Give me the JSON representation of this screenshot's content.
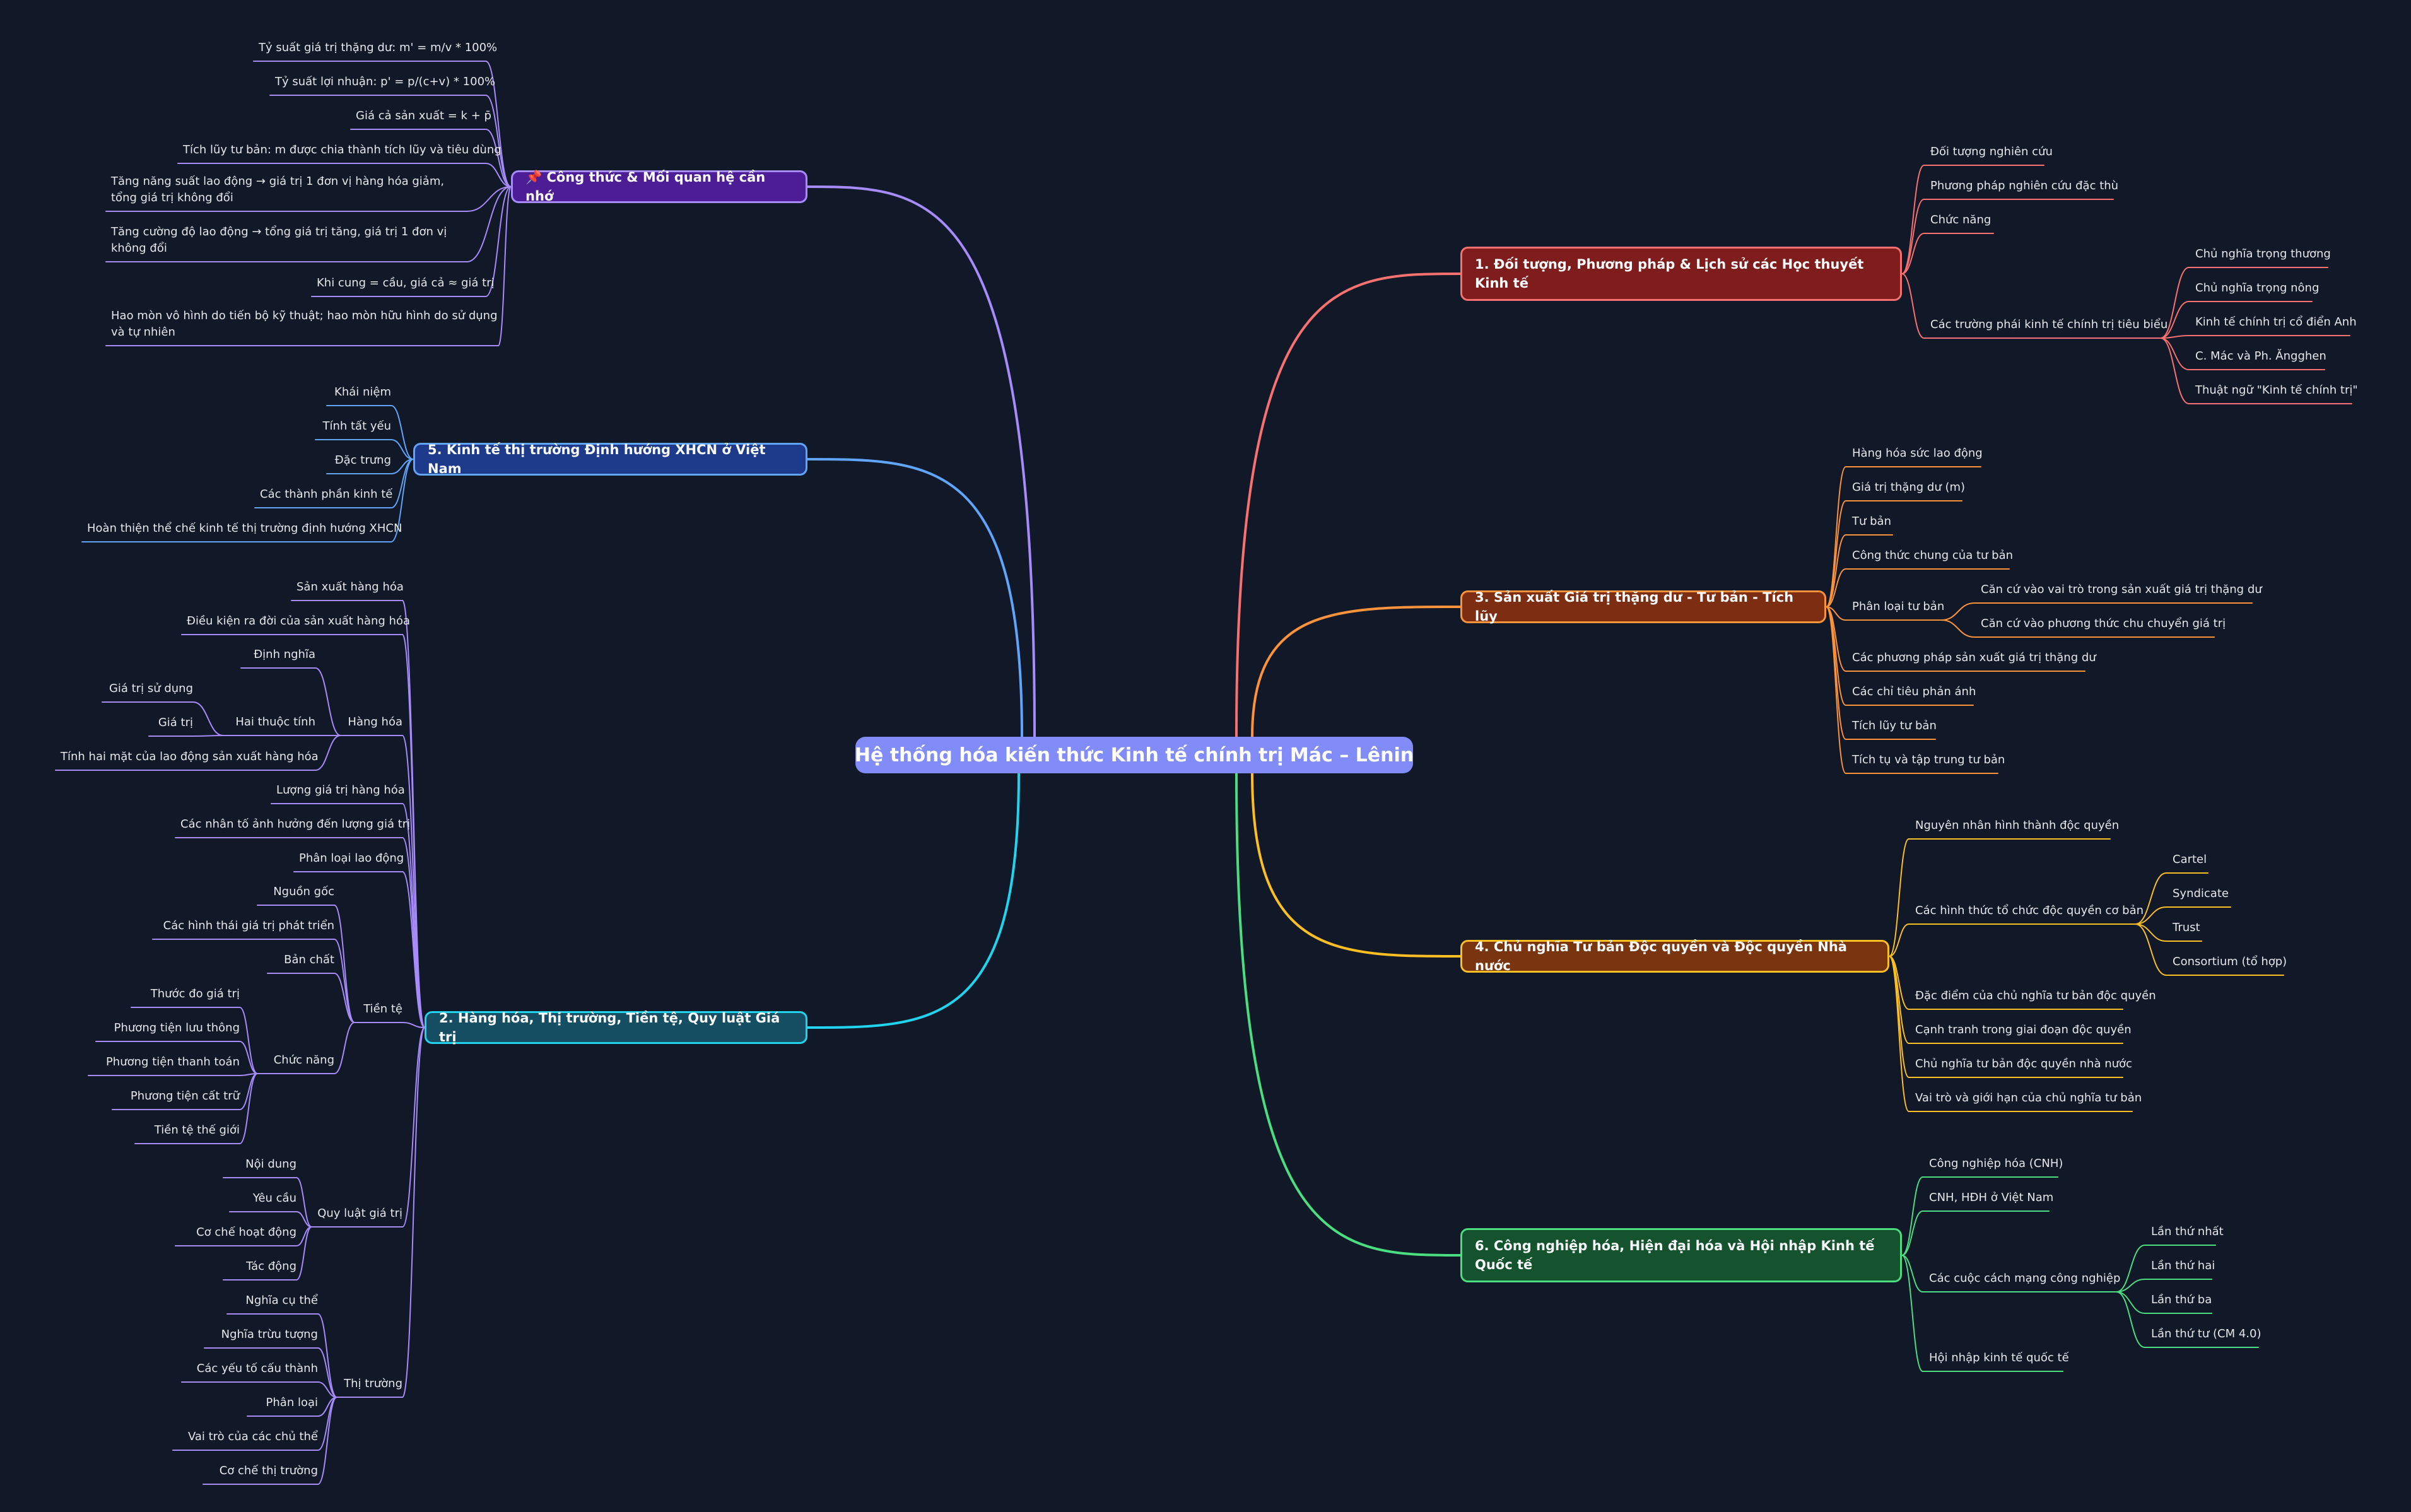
{
  "root": {
    "title": "Hệ thống hóa kiến thức Kinh tế chính trị Mác – Lênin",
    "color": "#818cf8"
  },
  "branches": [
    {
      "id": "b0",
      "label": "📌 Công thức & Mối quan hệ cần nhớ",
      "color": "#a78bfa",
      "fill": "#4c1d95",
      "side": "left",
      "children": [
        {
          "label": "Tỷ suất giá trị thặng dư: m' = m/v * 100%"
        },
        {
          "label": "Tỷ suất lợi nhuận: p' = p/(c+v) * 100%"
        },
        {
          "label": "Giá cả sản xuất = k + p̄"
        },
        {
          "label": "Tích lũy tư bản: m được chia thành tích lũy và tiêu dùng"
        },
        {
          "label": "Tăng năng suất lao động → giá trị 1 đơn vị hàng hóa giảm, tổng giá trị không đổi"
        },
        {
          "label": "Tăng cường độ lao động → tổng giá trị tăng, giá trị 1 đơn vị không đổi"
        },
        {
          "label": "Khi cung = cầu, giá cả ≈ giá trị"
        },
        {
          "label": "Hao mòn vô hình do tiến bộ kỹ thuật; hao mòn hữu hình do sử dụng và tự nhiên"
        }
      ]
    },
    {
      "id": "b5",
      "label": "5. Kinh tế thị trường Định hướng XHCN ở Việt Nam",
      "color": "#60a5fa",
      "fill": "#1e3a8a",
      "side": "left",
      "children": [
        {
          "label": "Khái niệm"
        },
        {
          "label": "Tính tất yếu"
        },
        {
          "label": "Đặc trưng"
        },
        {
          "label": "Các thành phần kinh tế"
        },
        {
          "label": "Hoàn thiện thể chế kinh tế thị trường định hướng XHCN"
        }
      ]
    },
    {
      "id": "b2",
      "label": "2. Hàng hóa, Thị trường, Tiền tệ, Quy luật Giá trị",
      "color": "#22d3ee",
      "fill": "#164e63",
      "side": "left",
      "childColor": "#a78bfa",
      "children": [
        {
          "label": "Sản xuất hàng hóa"
        },
        {
          "label": "Điều kiện ra đời của sản xuất hàng hóa"
        },
        {
          "label": "Hàng hóa",
          "children": [
            {
              "label": "Định nghĩa"
            },
            {
              "label": "Hai thuộc tính",
              "children": [
                {
                  "label": "Giá trị sử dụng"
                },
                {
                  "label": "Giá trị"
                }
              ]
            },
            {
              "label": "Tính hai mặt của lao động sản xuất hàng hóa"
            }
          ]
        },
        {
          "label": "Lượng giá trị hàng hóa"
        },
        {
          "label": "Các nhân tố ảnh hưởng đến lượng giá trị"
        },
        {
          "label": "Phân loại lao động"
        },
        {
          "label": "Tiền tệ",
          "children": [
            {
              "label": "Nguồn gốc"
            },
            {
              "label": "Các hình thái giá trị phát triển"
            },
            {
              "label": "Bản chất"
            },
            {
              "label": "Chức năng",
              "children": [
                {
                  "label": "Thước đo giá trị"
                },
                {
                  "label": "Phương tiện lưu thông"
                },
                {
                  "label": "Phương tiện thanh toán"
                },
                {
                  "label": "Phương tiện cất trữ"
                },
                {
                  "label": "Tiền tệ thế giới"
                }
              ]
            }
          ]
        },
        {
          "label": "Quy luật giá trị",
          "children": [
            {
              "label": "Nội dung"
            },
            {
              "label": "Yêu cầu"
            },
            {
              "label": "Cơ chế hoạt động"
            },
            {
              "label": "Tác động"
            }
          ]
        },
        {
          "label": "Thị trường",
          "children": [
            {
              "label": "Nghĩa cụ thể"
            },
            {
              "label": "Nghĩa trừu tượng"
            },
            {
              "label": "Các yếu tố cấu thành"
            },
            {
              "label": "Phân loại"
            },
            {
              "label": "Vai trò của các chủ thể"
            },
            {
              "label": "Cơ chế thị trường"
            }
          ]
        }
      ]
    },
    {
      "id": "b1",
      "label": "1. Đối tượng, Phương pháp & Lịch sử các Học thuyết Kinh tế",
      "color": "#f87171",
      "fill": "#7f1d1d",
      "side": "right",
      "children": [
        {
          "label": "Đối tượng nghiên cứu"
        },
        {
          "label": "Phương pháp nghiên cứu đặc thù"
        },
        {
          "label": "Chức năng"
        },
        {
          "label": "Các trường phái kinh tế chính trị tiêu biểu",
          "children": [
            {
              "label": "Chủ nghĩa trọng thương"
            },
            {
              "label": "Chủ nghĩa trọng nông"
            },
            {
              "label": "Kinh tế chính trị cổ điển Anh"
            },
            {
              "label": "C. Mác và Ph. Ăngghen"
            },
            {
              "label": "Thuật ngữ \"Kinh tế chính trị\""
            }
          ]
        }
      ]
    },
    {
      "id": "b3",
      "label": "3. Sản xuất Giá trị thặng dư - Tư bản - Tích lũy",
      "color": "#fb923c",
      "fill": "#7c2d12",
      "side": "right",
      "children": [
        {
          "label": "Hàng hóa sức lao động"
        },
        {
          "label": "Giá trị thặng dư (m)"
        },
        {
          "label": "Tư bản"
        },
        {
          "label": "Công thức chung của tư bản"
        },
        {
          "label": "Phân loại tư bản",
          "children": [
            {
              "label": "Căn cứ vào vai trò trong sản xuất giá trị thặng dư"
            },
            {
              "label": "Căn cứ vào phương thức chu chuyển giá trị"
            }
          ]
        },
        {
          "label": "Các phương pháp sản xuất giá trị thặng dư"
        },
        {
          "label": "Các chỉ tiêu phản ánh"
        },
        {
          "label": "Tích lũy tư bản"
        },
        {
          "label": "Tích tụ và tập trung tư bản"
        }
      ]
    },
    {
      "id": "b4",
      "label": "4. Chủ nghĩa Tư bản Độc quyền và Độc quyền Nhà nước",
      "color": "#fbbf24",
      "fill": "#78350f",
      "side": "right",
      "children": [
        {
          "label": "Nguyên nhân hình thành độc quyền"
        },
        {
          "label": "Các hình thức tổ chức độc quyền cơ bản",
          "children": [
            {
              "label": "Cartel"
            },
            {
              "label": "Syndicate"
            },
            {
              "label": "Trust"
            },
            {
              "label": "Consortium (tổ hợp)"
            }
          ]
        },
        {
          "label": "Đặc điểm của chủ nghĩa tư bản độc quyền"
        },
        {
          "label": "Cạnh tranh trong giai đoạn độc quyền"
        },
        {
          "label": "Chủ nghĩa tư bản độc quyền nhà nước"
        },
        {
          "label": "Vai trò và giới hạn của chủ nghĩa tư bản"
        }
      ]
    },
    {
      "id": "b6",
      "label": "6. Công nghiệp hóa, Hiện đại hóa và Hội nhập Kinh tế Quốc tế",
      "color": "#4ade80",
      "fill": "#14532d",
      "side": "right",
      "children": [
        {
          "label": "Công nghiệp hóa (CNH)"
        },
        {
          "label": "CNH, HĐH ở Việt Nam"
        },
        {
          "label": "Các cuộc cách mạng công nghiệp",
          "children": [
            {
              "label": "Lần thứ nhất"
            },
            {
              "label": "Lần thứ hai"
            },
            {
              "label": "Lần thứ ba"
            },
            {
              "label": "Lần thứ tư (CM 4.0)"
            }
          ]
        },
        {
          "label": "Hội nhập kinh tế quốc tế"
        }
      ]
    }
  ]
}
